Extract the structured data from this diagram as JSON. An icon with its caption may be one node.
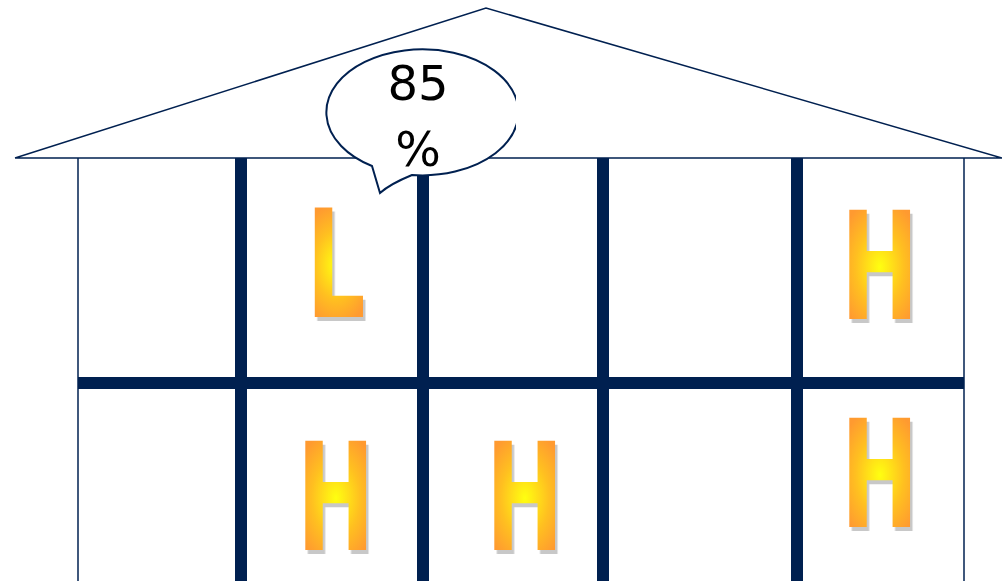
{
  "diagram": {
    "nodes": [
      {
        "text": [
          "85 %"
        ]
      }
    ],
    "edges": [],
    "labels": [
      "L",
      "H",
      "H",
      "H",
      "H"
    ]
  }
}
